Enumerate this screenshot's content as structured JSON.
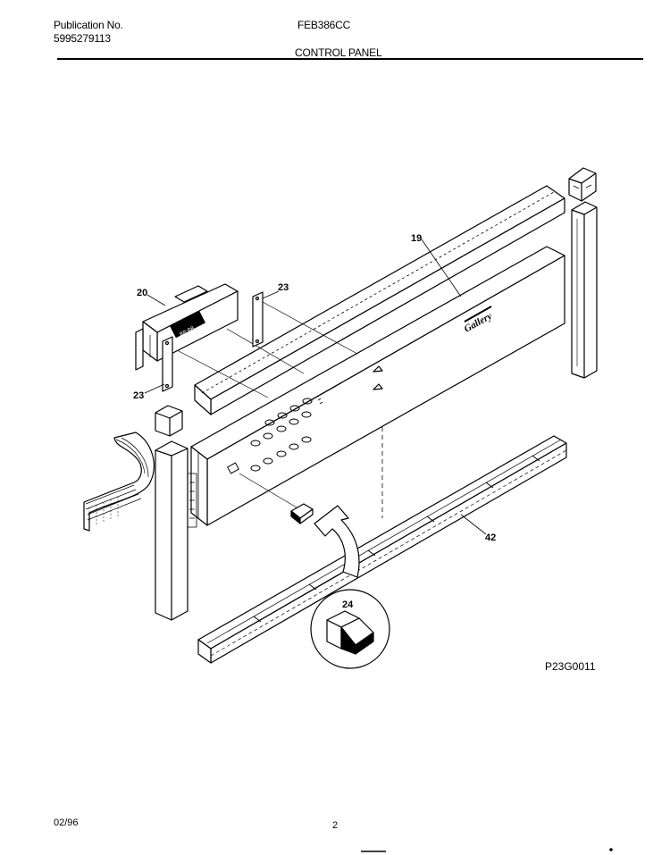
{
  "header": {
    "publication_label": "Publication No.",
    "publication_number": "5995279113",
    "model": "FEB386CC",
    "section_title": "CONTROL PANEL"
  },
  "diagram": {
    "callouts": {
      "c19": "19",
      "c20": "20",
      "c23a": "23",
      "c23b": "23",
      "c24": "24",
      "c42": "42"
    },
    "brand_mark": "Gallery",
    "drawing_code": "P23G0011"
  },
  "footer": {
    "date": "02/96",
    "page_number": "2"
  }
}
